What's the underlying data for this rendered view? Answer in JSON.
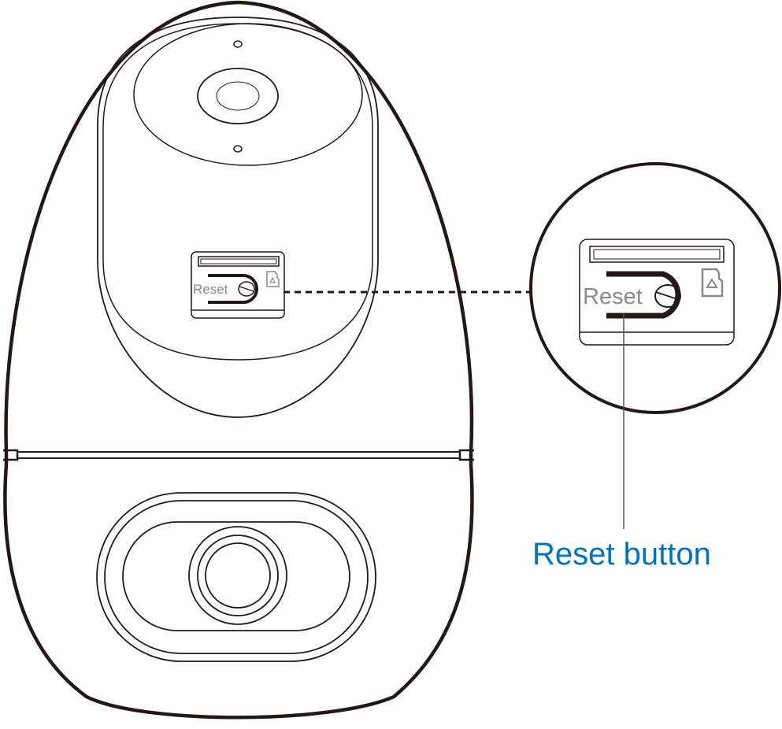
{
  "diagram": {
    "subject": "Security camera (front view)",
    "panel_label_small": "Reset",
    "panel_label_zoomed": "Reset",
    "callout": {
      "label": "Reset button",
      "color": "#0075bd"
    },
    "line_color": "#231815",
    "label_gray": "#8a8a8a",
    "icons": [
      "microsd-card-icon",
      "reset-button-icon"
    ]
  }
}
